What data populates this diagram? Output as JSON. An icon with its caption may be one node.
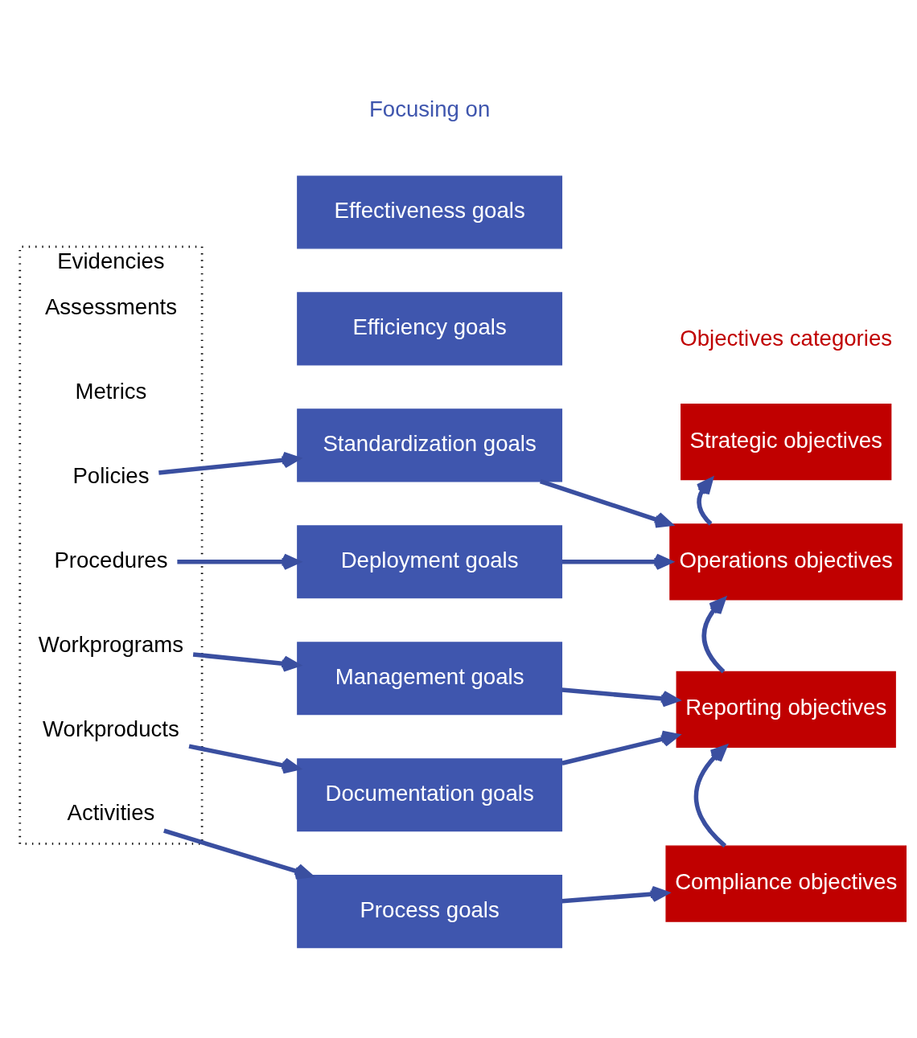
{
  "diagram": {
    "nodes": [
      {
        "text": [
          "Evidencies"
        ]
      },
      {
        "text": [
          "Assessments"
        ],
        "in": 0
      },
      {
        "text": [
          "Metrics"
        ],
        "in": 0
      },
      {
        "text": [
          "Policies"
        ],
        "in": 0
      },
      {
        "text": [
          "Procedures"
        ],
        "in": 0
      },
      {
        "text": [
          "Workprograms"
        ],
        "in": 0
      },
      {
        "text": [
          "Workproducts"
        ],
        "in": 0
      },
      {
        "text": [
          "Activities"
        ],
        "in": 0
      },
      {
        "text": [
          "Effectiveness goals"
        ]
      },
      {
        "text": [
          "Efficiency goals"
        ]
      },
      {
        "text": [
          "Standardization goals"
        ]
      },
      {
        "text": [
          "Deployment goals"
        ]
      },
      {
        "text": [
          "Management goals"
        ]
      },
      {
        "text": [
          "Documentation goals"
        ]
      },
      {
        "text": [
          "Process goals"
        ]
      },
      {
        "text": [
          "Strategic objectives"
        ]
      },
      {
        "text": [
          "Operations objectives"
        ]
      },
      {
        "text": [
          "Reporting objectives"
        ]
      },
      {
        "text": [
          "Compliance objectives"
        ]
      }
    ],
    "edges": [
      {
        "from": 3,
        "to": 10,
        "arrow": "to"
      },
      {
        "from": 4,
        "to": 11,
        "arrow": "to"
      },
      {
        "from": 5,
        "to": 12,
        "arrow": "to"
      },
      {
        "from": 6,
        "to": 13,
        "arrow": "to"
      },
      {
        "from": 7,
        "to": 14,
        "arrow": "to"
      },
      {
        "from": 10,
        "to": 16,
        "arrow": "to"
      },
      {
        "from": 11,
        "to": 16,
        "arrow": "to"
      },
      {
        "from": 12,
        "to": 17,
        "arrow": "to"
      },
      {
        "from": 13,
        "to": 17,
        "arrow": "to"
      },
      {
        "from": 14,
        "to": 18,
        "arrow": "to"
      },
      {
        "from": 18,
        "to": 17,
        "arrow": "to"
      },
      {
        "from": 17,
        "to": 16,
        "arrow": "to"
      },
      {
        "from": 16,
        "to": 15,
        "arrow": "to"
      }
    ],
    "labels": [
      "Focusing on",
      "Objectives categories"
    ]
  }
}
